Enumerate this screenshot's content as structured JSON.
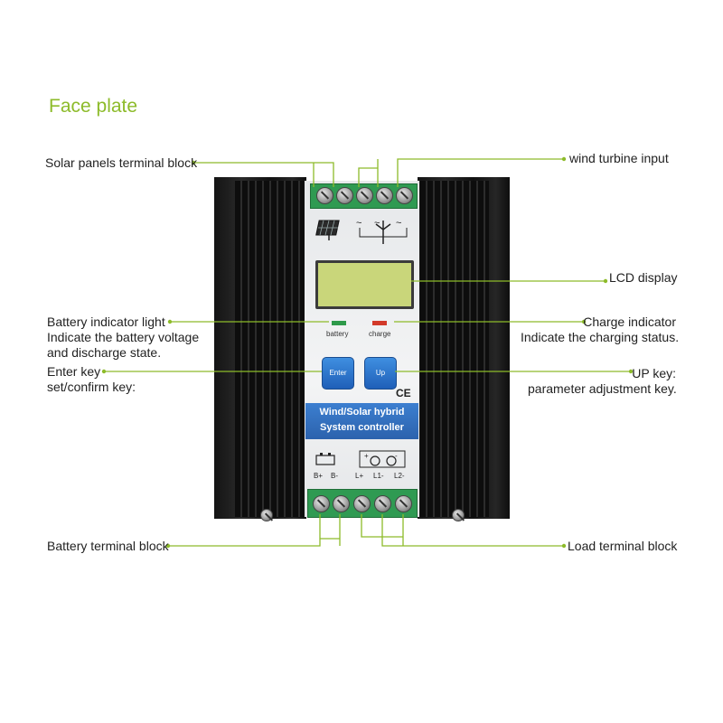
{
  "title": "Face plate",
  "labels": {
    "solar": "Solar panels terminal block",
    "wind": "wind turbine  input",
    "lcd": "LCD display",
    "battery_indicator": [
      "Battery indicator light",
      "Indicate the battery voltage",
      "and discharge state."
    ],
    "charge_indicator": [
      "Charge indicator",
      "Indicate the charging status."
    ],
    "enter_key": [
      "Enter key",
      "set/confirm key:"
    ],
    "up_key": [
      "UP key:",
      "parameter adjustment key."
    ],
    "battery_terminal": "Battery terminal block",
    "load_terminal": "Load terminal block"
  },
  "device": {
    "indicator_battery": "battery",
    "indicator_charge": "charge",
    "button_enter": "Enter",
    "button_up": "Up",
    "ce_mark": "CE",
    "banner_line1": "Wind/Solar hybrid",
    "banner_line2": "System controller",
    "bottom_terminals": [
      "B+",
      "B-",
      "L+",
      "L1-",
      "L2-"
    ]
  },
  "colors": {
    "accent": "#8dbb2a",
    "leader": "#8dbb2a",
    "terminal": "#2f9a52",
    "button": "#2f74c9",
    "battery_led": "#2e9a4a",
    "charge_led": "#d23a2a"
  }
}
